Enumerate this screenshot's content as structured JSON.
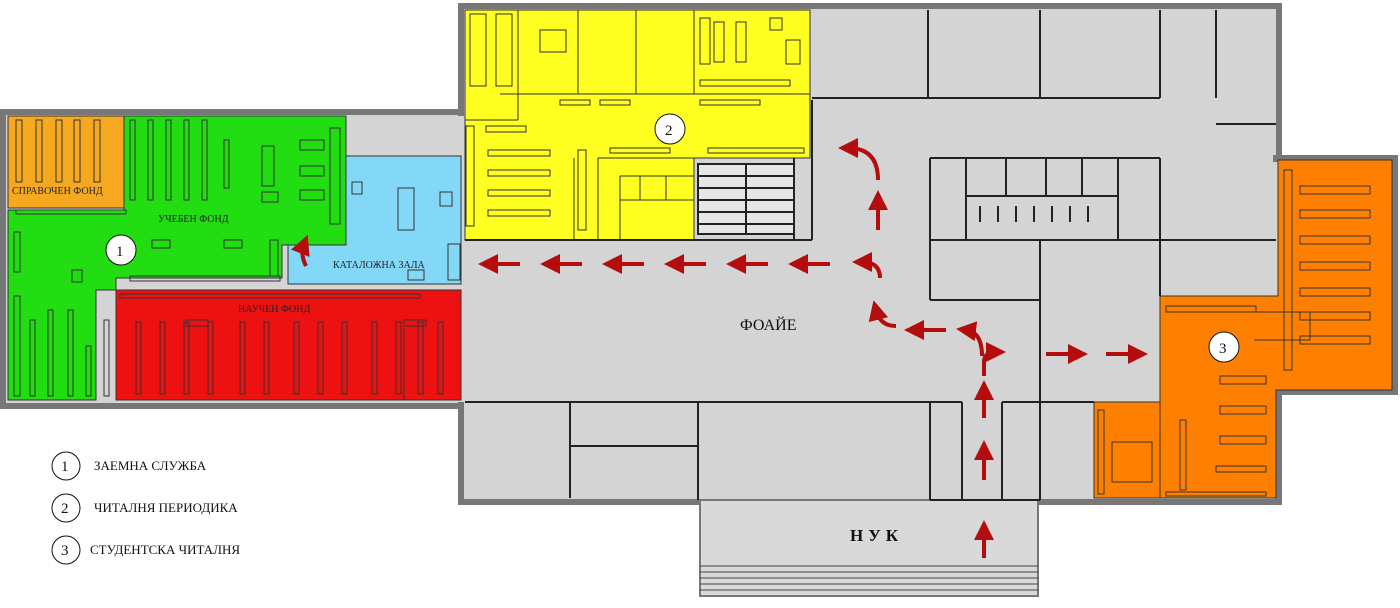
{
  "map": {
    "rooms": {
      "reference_fund": "СПРАВОЧЕН ФОНД",
      "study_fund": "УЧЕБЕН ФОНД",
      "catalog_hall": "КАТАЛОЖНА ЗАЛА",
      "scientific_fund": "НАУЧЕН ФОНД",
      "foyer": "ФОАЙЕ",
      "entrance": "НУК"
    },
    "markers": {
      "m1": "1",
      "m2": "2",
      "m3": "3"
    },
    "colors": {
      "study_fund": "#22dd11",
      "reference_fund": "#f7a821",
      "catalog_hall": "#82d8f6",
      "scientific_fund": "#ee1111",
      "periodicals": "#ffff22",
      "student_reading": "#ff8000",
      "corridor": "#d4d4d4",
      "wall": "#777777",
      "arrow": "#b50d0d"
    }
  },
  "legend": [
    {
      "num": "1",
      "text": "ЗАЕМНА СЛУЖБА"
    },
    {
      "num": "2",
      "text": "ЧИТАЛНЯ ПЕРИОДИКА"
    },
    {
      "num": "3",
      "text": "СТУДЕНТСКА ЧИТАЛНЯ"
    }
  ]
}
